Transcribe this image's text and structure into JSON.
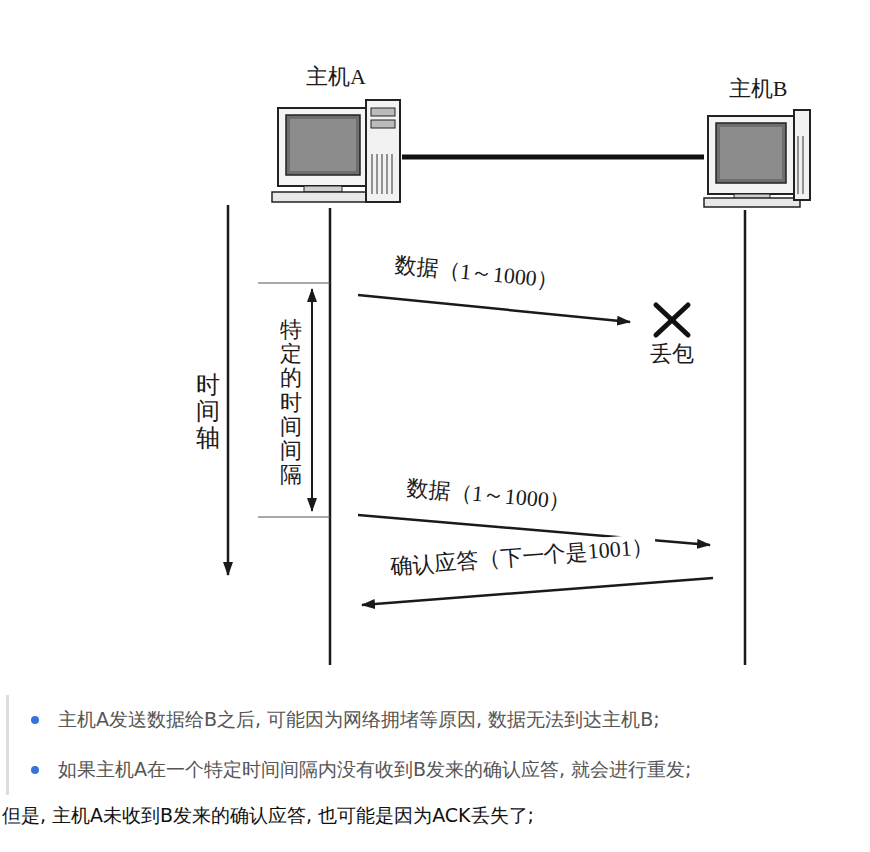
{
  "diagram": {
    "nodes": [
      {
        "text": [
          "主机A"
        ]
      },
      {
        "text": [
          "主机B"
        ]
      }
    ],
    "edges": [
      {
        "from": 0,
        "to": 1,
        "arrow": "none"
      }
    ],
    "labels": [
      "数据（1～1000）",
      "丢包",
      "数据（1～1000）",
      "确认应答（下一个是1001）",
      "时间轴",
      "特定的时间间隔",
      "主机A发送数据给B之后, 可能因为网络拥堵等原因, 数据无法到达主机B;",
      "如果主机A在一个特定时间间隔内没有收到B发来的确认应答, 就会进行重发;",
      "但是, 主机A未收到B发来的确认应答, 也可能是因为ACK丢失了;"
    ]
  }
}
